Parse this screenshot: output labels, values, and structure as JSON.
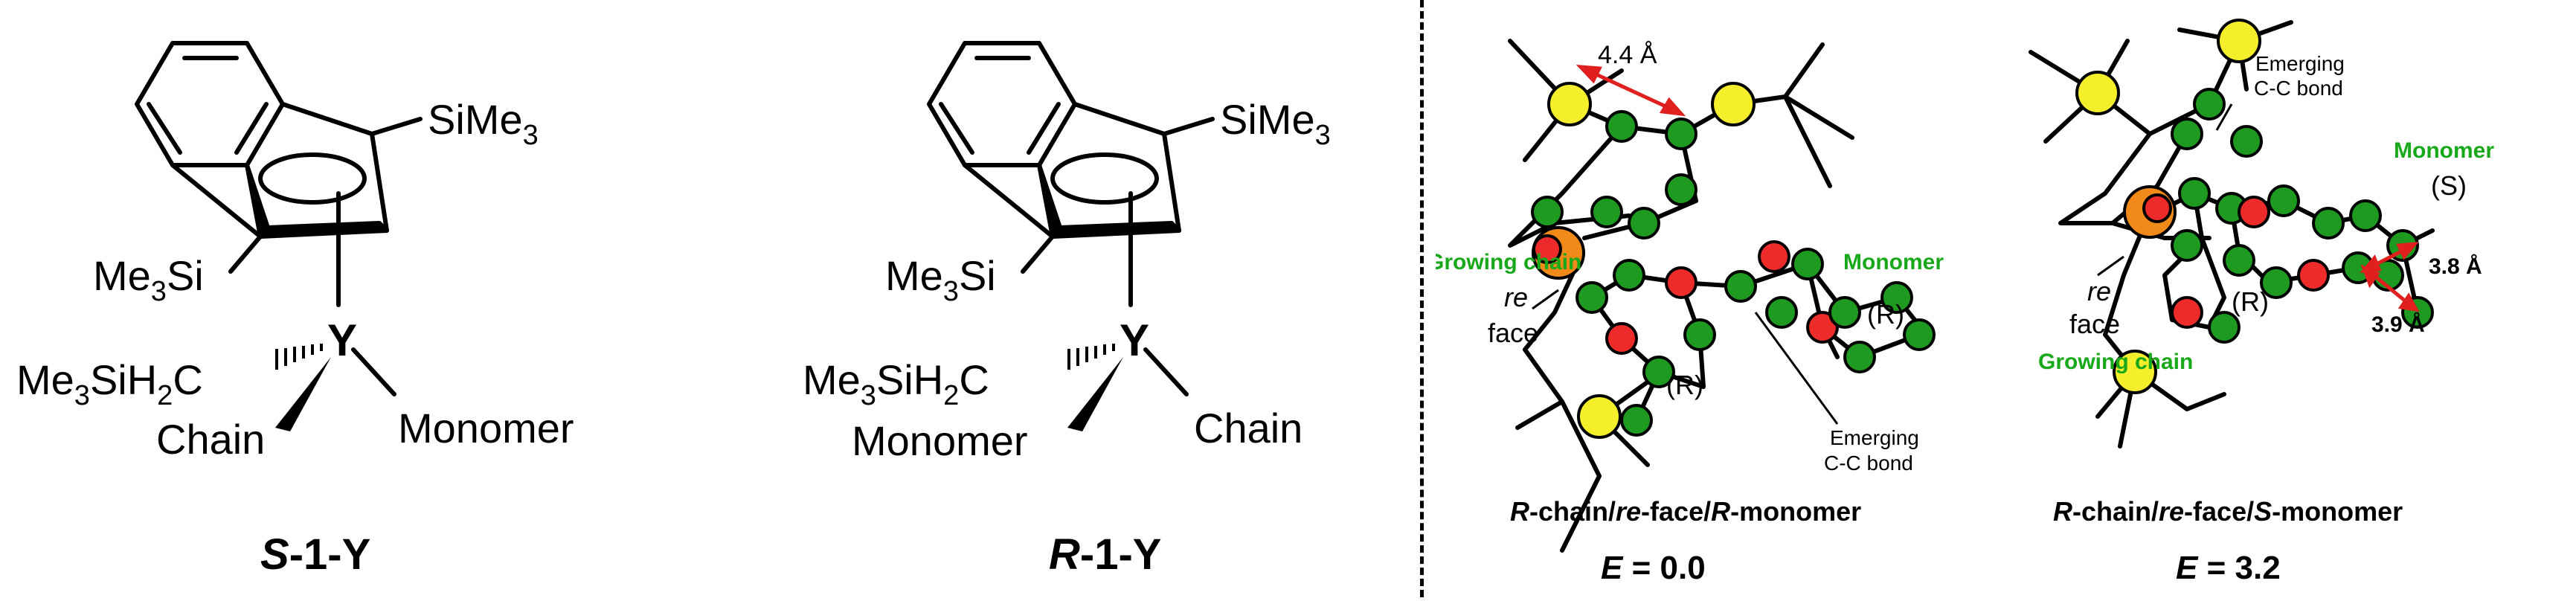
{
  "colors": {
    "carbon_green": "#1d9a1f",
    "carbon_dark": "#0f7a12",
    "silicon_yellow": "#f5ee2a",
    "oxygen_red": "#ee2b2b",
    "yttrium_orange": "#f28a1a",
    "arrow_red": "#e0201e",
    "label_green": "#18a81a"
  },
  "structure_S": {
    "sime3_top": "SiMe",
    "sime3_top_sub": "3",
    "me3si_left": "Me",
    "me3si_left_sub": "3",
    "me3si_left_tail": "Si",
    "metal": "Y",
    "ch2_prefix": "Me",
    "ch2_sub1": "3",
    "ch2_mid": "SiH",
    "ch2_sub2": "2",
    "ch2_tail": "C",
    "lower_left": "Chain",
    "lower_right": "Monomer",
    "title_italic": "S",
    "title_rest": "-1-Y"
  },
  "structure_R": {
    "sime3_top": "SiMe",
    "sime3_top_sub": "3",
    "me3si_left": "Me",
    "me3si_left_sub": "3",
    "me3si_left_tail": "Si",
    "metal": "Y",
    "ch2_prefix": "Me",
    "ch2_sub1": "3",
    "ch2_mid": "SiH",
    "ch2_sub2": "2",
    "ch2_tail": "C",
    "lower_left": "Monomer",
    "lower_right": "Chain",
    "title_italic": "R",
    "title_rest": "-1-Y"
  },
  "model_1": {
    "distance": "4.4 Å",
    "growing_chain": "Growing chain",
    "re": "re",
    "face": "face",
    "monomer": "Monomer",
    "r_label_1": "(R)",
    "r_label_2": "(R)",
    "emerging_1": "Emerging",
    "emerging_2": "C-C bond",
    "caption_1": "R",
    "caption_2": "-chain/",
    "caption_3": "re",
    "caption_4": "-face/",
    "caption_5": "R",
    "caption_6": "-monomer",
    "energy_label": "E",
    "energy_value": " = 0.0"
  },
  "model_2": {
    "emerging_1": "Emerging",
    "emerging_2": "C-C bond",
    "monomer": "Monomer",
    "s_label": "(S)",
    "distance_1": "3.8 Å",
    "distance_2": "3.9 Å",
    "r_label": "(R)",
    "re": "re",
    "face": "face",
    "growing_chain": "Growing chain",
    "caption_1": "R",
    "caption_2": "-chain/",
    "caption_3": "re",
    "caption_4": "-face/",
    "caption_5": "S",
    "caption_6": "-monomer",
    "energy_label": "E",
    "energy_value": " = 3.2"
  }
}
